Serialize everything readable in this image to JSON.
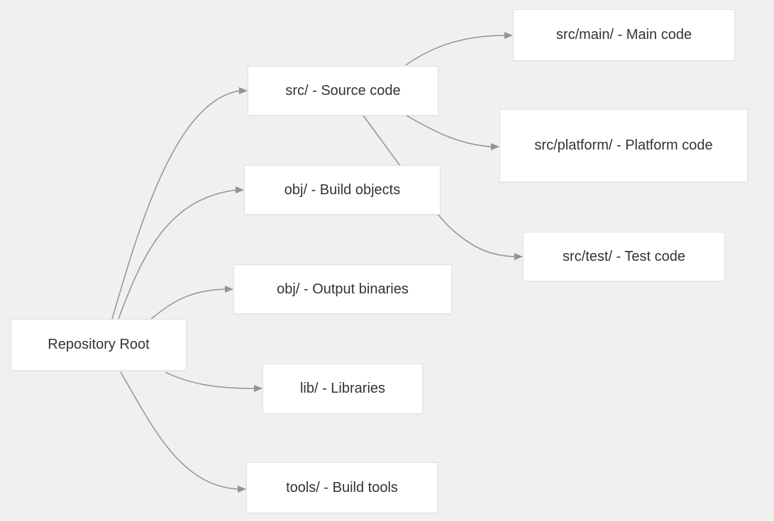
{
  "diagram": {
    "type": "flowchart",
    "colors": {
      "background": "#f1f0ee",
      "node_fill": "#ffffff",
      "node_border": "#e3e2e0",
      "text": "#333333",
      "arrow": "#949390"
    },
    "nodes": [
      {
        "id": "root",
        "label": "Repository Root"
      },
      {
        "id": "src",
        "label": "src/ - Source code"
      },
      {
        "id": "obj-build",
        "label": "obj/ - Build objects"
      },
      {
        "id": "obj-output",
        "label": "obj/ - Output binaries"
      },
      {
        "id": "lib",
        "label": "lib/ - Libraries"
      },
      {
        "id": "tools",
        "label": "tools/ - Build tools"
      },
      {
        "id": "src-main",
        "label": "src/main/ - Main code"
      },
      {
        "id": "src-platform",
        "label": "src/platform/ - Platform code"
      },
      {
        "id": "src-test",
        "label": "src/test/ - Test code"
      }
    ],
    "edges": [
      {
        "from": "root",
        "to": "src"
      },
      {
        "from": "root",
        "to": "obj-build"
      },
      {
        "from": "root",
        "to": "obj-output"
      },
      {
        "from": "root",
        "to": "lib"
      },
      {
        "from": "root",
        "to": "tools"
      },
      {
        "from": "src",
        "to": "src-main"
      },
      {
        "from": "src",
        "to": "src-platform"
      },
      {
        "from": "src",
        "to": "src-test"
      }
    ]
  }
}
